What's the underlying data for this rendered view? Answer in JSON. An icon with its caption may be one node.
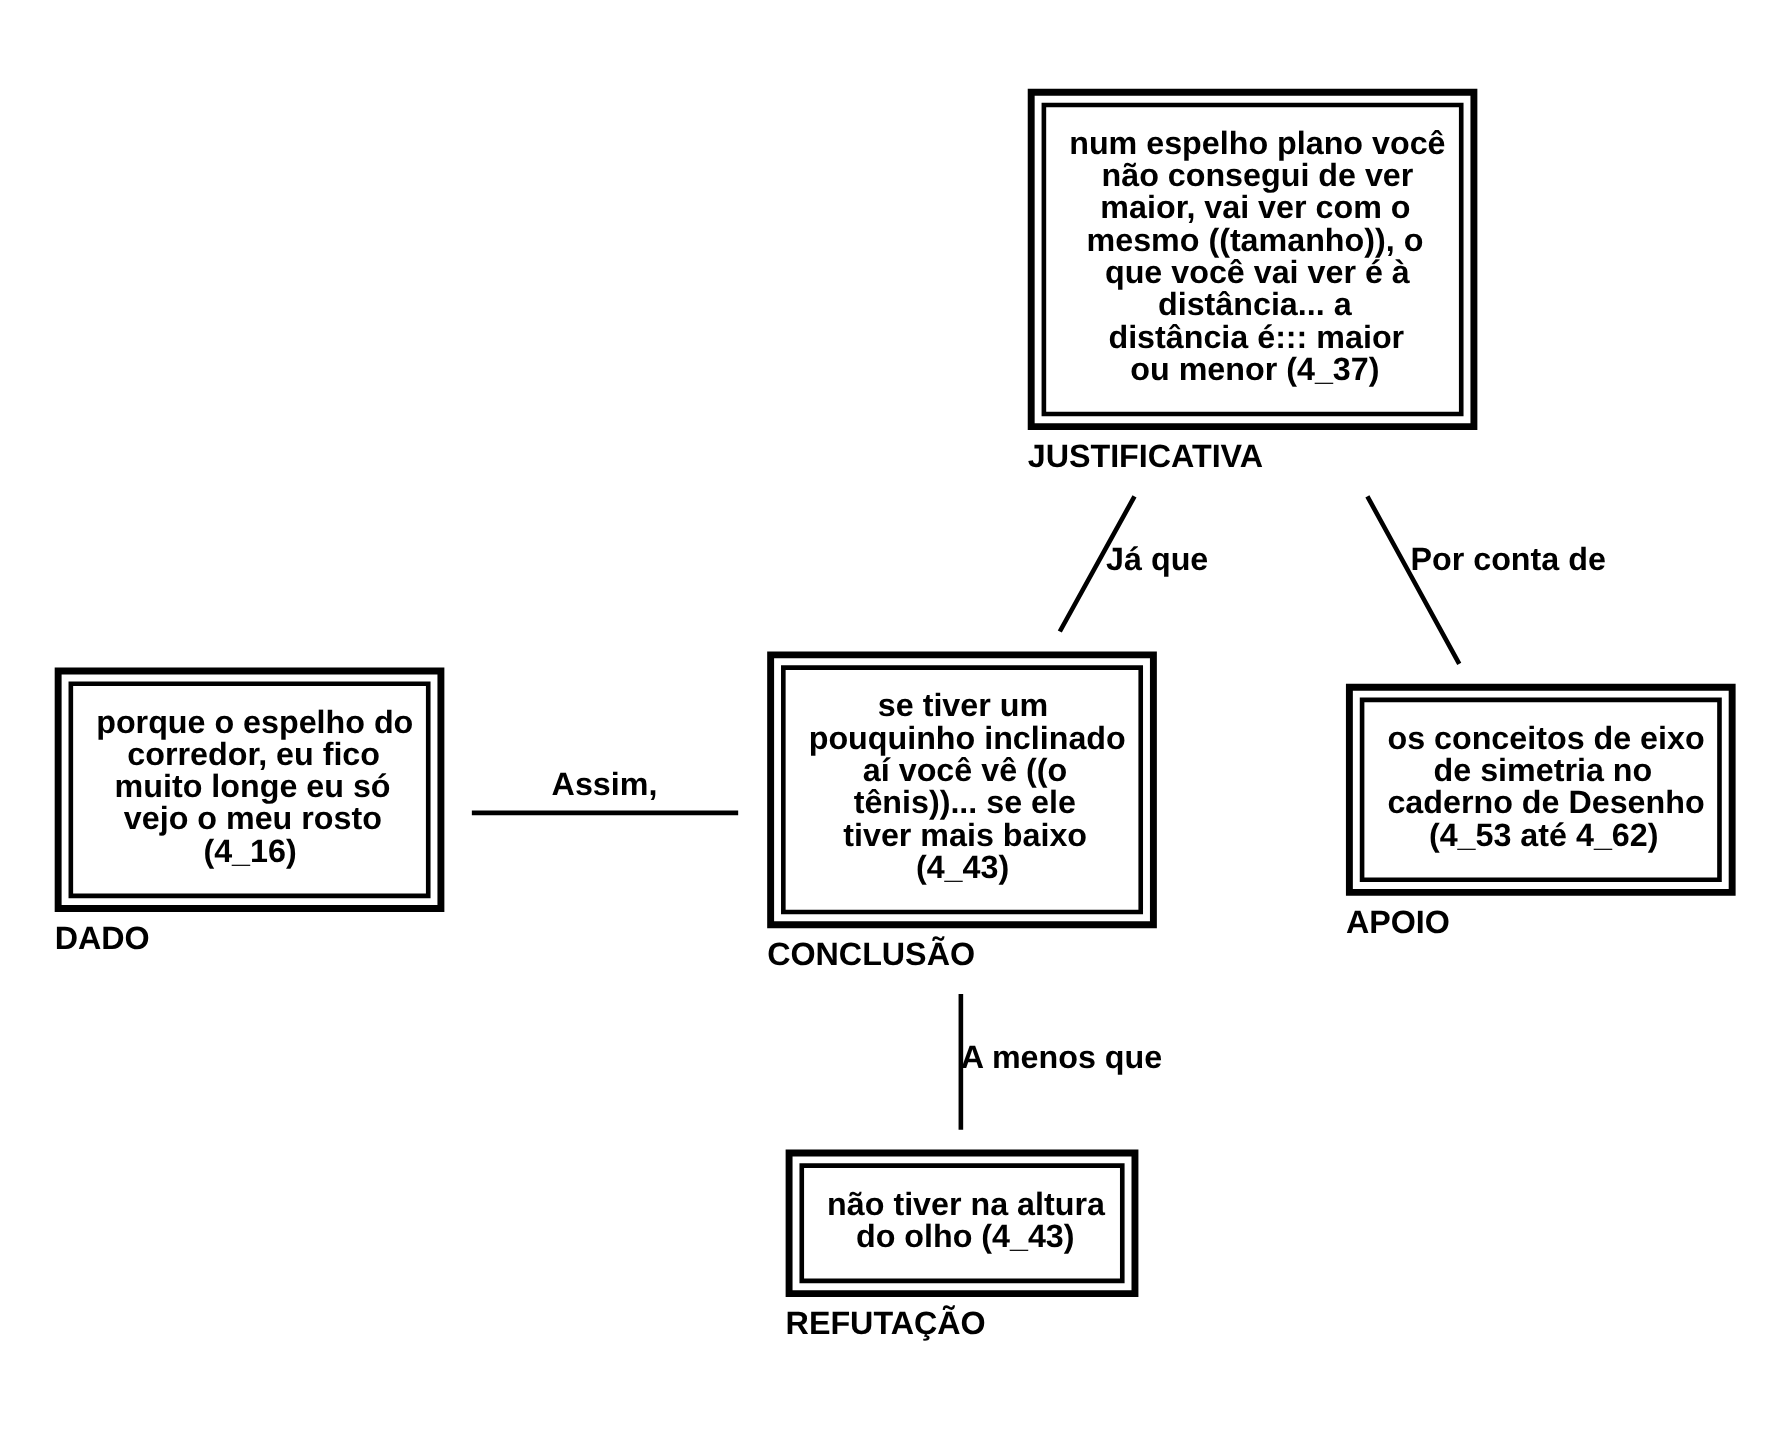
{
  "diagram": {
    "nodes": [
      {
        "text": [
          "porque o espelho do corredor, eu fico muito longe eu só vejo o meu rosto (4_16)"
        ],
        "beside": [
          "DADO"
        ]
      },
      {
        "text": [
          "se tiver um pouquinho inclinado aí você vê ((o tênis))... se ele tiver mais baixo (4_43)"
        ],
        "beside": [
          "CONCLUSÃO"
        ]
      },
      {
        "text": [
          "num espelho plano você não consegui de ver maior, vai ver com o mesmo ((tamanho)), o que você vai ver é à distância... a distância é::: maior ou menor (4_37)"
        ],
        "beside": [
          "JUSTIFICATIVA"
        ]
      },
      {
        "text": [
          "não tiver na altura do olho (4_43)"
        ],
        "beside": [
          "REFUTAÇÃO"
        ]
      },
      {
        "text": [
          "os conceitos de eixo de simetria no caderno de Desenho (4_53 até 4_62)"
        ],
        "beside": [
          "APOIO"
        ]
      }
    ],
    "edges": [
      {
        "from": 0,
        "to": 1,
        "arrow": "none",
        "label": "Assim,"
      },
      {
        "from": 2,
        "to": 1,
        "arrow": "none",
        "label": "Já que"
      },
      {
        "from": 1,
        "to": 3,
        "arrow": "none",
        "label": "A menos que"
      },
      {
        "from": 2,
        "to": 4,
        "arrow": "none",
        "label": "Por conta de"
      }
    ]
  }
}
